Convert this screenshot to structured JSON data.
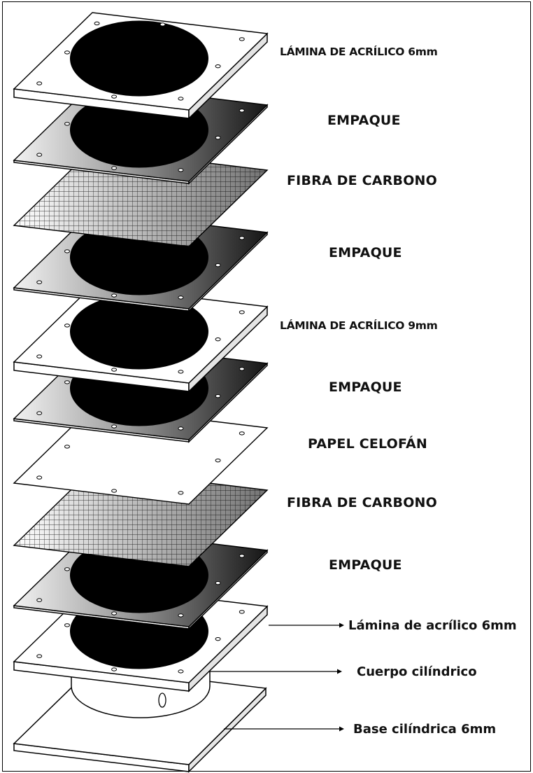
{
  "diagram": {
    "layers": [
      {
        "id": "layer-1",
        "type": "acrylic",
        "label": "LÁMINA DE ACRÍLICO 6mm"
      },
      {
        "id": "layer-2",
        "type": "gasket",
        "label": "EMPAQUE"
      },
      {
        "id": "layer-3",
        "type": "mesh",
        "label": "FIBRA DE CARBONO"
      },
      {
        "id": "layer-4",
        "type": "gasket",
        "label": "EMPAQUE"
      },
      {
        "id": "layer-5",
        "type": "acrylic",
        "label": "LÁMINA DE ACRÍLICO 9mm"
      },
      {
        "id": "layer-6",
        "type": "gasket",
        "label": "EMPAQUE"
      },
      {
        "id": "layer-7",
        "type": "cellophane",
        "label": "PAPEL CELOFÁN"
      },
      {
        "id": "layer-8",
        "type": "mesh",
        "label": "FIBRA DE CARBONO"
      },
      {
        "id": "layer-9",
        "type": "gasket",
        "label": "EMPAQUE"
      }
    ],
    "callouts": [
      {
        "id": "callout-1",
        "label": "Lámina de acrílico 6mm"
      },
      {
        "id": "callout-2",
        "label": "Cuerpo cilíndrico"
      },
      {
        "id": "callout-3",
        "label": "Base cilíndrica 6mm"
      }
    ],
    "marking": "0"
  }
}
